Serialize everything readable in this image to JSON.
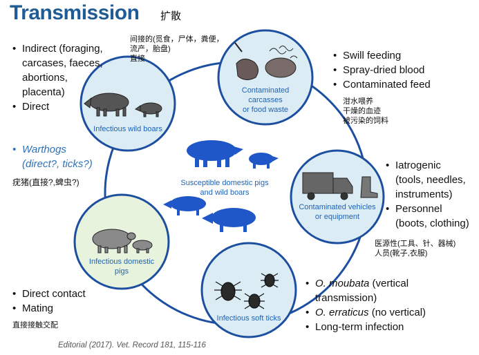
{
  "title": "Transmission",
  "title_cn": "扩散",
  "center_label": [
    "Susceptible domestic pigs",
    "and wild boars"
  ],
  "nodes": {
    "wild_boars": "Infectious wild boars",
    "carcasses": [
      "Contaminated",
      "carcasses",
      "or food waste"
    ],
    "vehicles": [
      "Contaminated vehicles",
      "or equipment"
    ],
    "ticks": "Infectious soft ticks",
    "domestic": [
      "Infectious domestic",
      "pigs"
    ]
  },
  "wild_boar_bullets": [
    "Indirect (foraging,",
    "carcases, faeces,",
    "abortions,",
    "placenta)",
    "Direct"
  ],
  "warthog_bullet": [
    "Warthogs",
    "(direct?, ticks?)"
  ],
  "warthog_cn": "疣猪(直接?,蜱虫?)",
  "indirect_cn": [
    "间接的(觅食，尸体，粪便，",
    "流产，胎盘)",
    "直接"
  ],
  "feed_bullets": [
    "Swill feeding",
    "Spray-dried blood",
    "Contaminated feed"
  ],
  "feed_cn": [
    "泔水喂养",
    "干燥的血迹",
    "被污染的饲料"
  ],
  "iatrogenic_bullets": [
    "Iatrogenic",
    "(tools, needles,",
    "instruments)",
    "Personnel",
    "(boots, clothing)"
  ],
  "iatrogenic_cn": [
    "医源性(工具、针、器械)",
    "人员(靴子,衣服)"
  ],
  "contact_bullets": [
    "Direct contact",
    "Mating"
  ],
  "contact_cn": "直接接触交配",
  "tick_bullets": {
    "moubata_species": "O. moubata",
    "moubata_rest": " (vertical",
    "moubata_cont": "transmission)",
    "erraticus_species": "O. erraticus",
    "erraticus_rest": " (no vertical)",
    "longterm": "Long-term infection"
  },
  "citation": "Editorial (2017). Vet. Record 181, 115-116",
  "colors": {
    "title": "#1f5b95",
    "circle_stroke": "#1d4fa0",
    "node_fill": "#dcecf4",
    "node_fill_green": "#e8f3dd",
    "animal_blue": "#1f56c8",
    "label_blue": "#1d63b5"
  }
}
